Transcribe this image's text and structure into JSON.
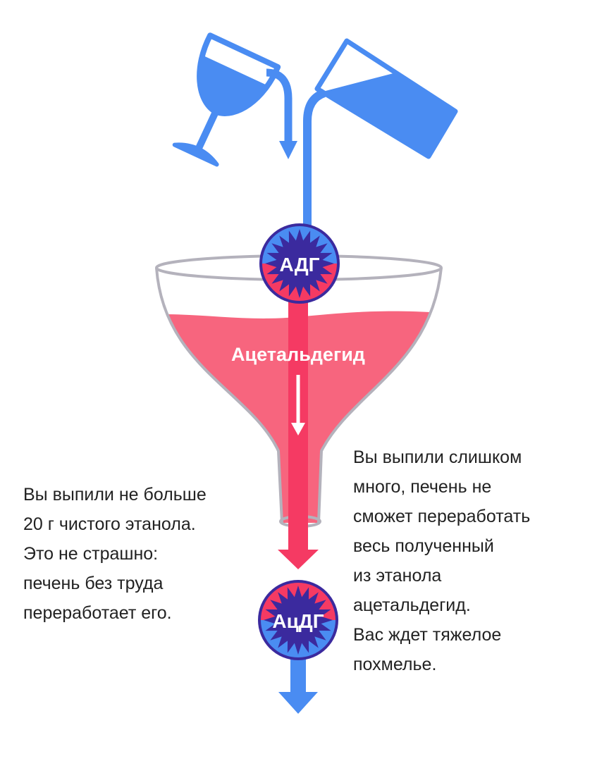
{
  "colors": {
    "blue": "#4a8cf2",
    "pink": "#f7657e",
    "red": "#f53a63",
    "navy": "#3b2a9e",
    "glass": "#b4b2bc",
    "text": "#222222"
  },
  "icons": [
    "wine-glass-icon",
    "measuring-jug-icon",
    "funnel-icon",
    "enzyme-gear-icon",
    "arrow-down-icon"
  ],
  "enzymes": {
    "top": "АДГ",
    "bottom": "АцДГ"
  },
  "funnel_label": "Ацетальдегид",
  "left_caption": {
    "lines": [
      "Вы выпили не больше",
      "20 г чистого этанола.",
      "Это не страшно:",
      "печень без труда",
      "переработает его."
    ]
  },
  "right_caption": {
    "lines": [
      "Вы выпили слишком",
      "много, печень не",
      "сможет переработать",
      "весь полученный",
      "из этанола",
      "ацетальдегид.",
      "Вас ждет тяжелое",
      "похмелье."
    ]
  }
}
